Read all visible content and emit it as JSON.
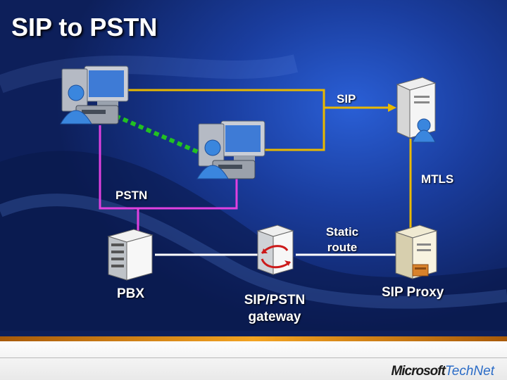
{
  "slide": {
    "title": "SIP to PSTN",
    "labels": {
      "sip": "SIP",
      "mtls": "MTLS",
      "pstn": "PSTN",
      "static_route_line1": "Static",
      "static_route_line2": "route",
      "pbx": "PBX",
      "gateway_line1": "SIP/PSTN",
      "gateway_line2": "gateway",
      "sip_proxy": "SIP Proxy"
    },
    "nodes": [
      {
        "name": "user-workstation-1",
        "icon": "workstation-phone-icon"
      },
      {
        "name": "user-workstation-2",
        "icon": "workstation-phone-icon"
      },
      {
        "name": "sip-server",
        "icon": "server-icon"
      },
      {
        "name": "pbx",
        "icon": "pbx-icon"
      },
      {
        "name": "sip-pstn-gateway",
        "icon": "gateway-icon"
      },
      {
        "name": "sip-proxy",
        "icon": "server-icon"
      }
    ],
    "colors": {
      "sip_link": "#e8b800",
      "pstn_link": "#e040e0",
      "call_path": "#22c122",
      "route_link": "#ffffff"
    },
    "footer": {
      "brand_microsoft": "Microsoft",
      "brand_technet": "TechNet"
    }
  }
}
